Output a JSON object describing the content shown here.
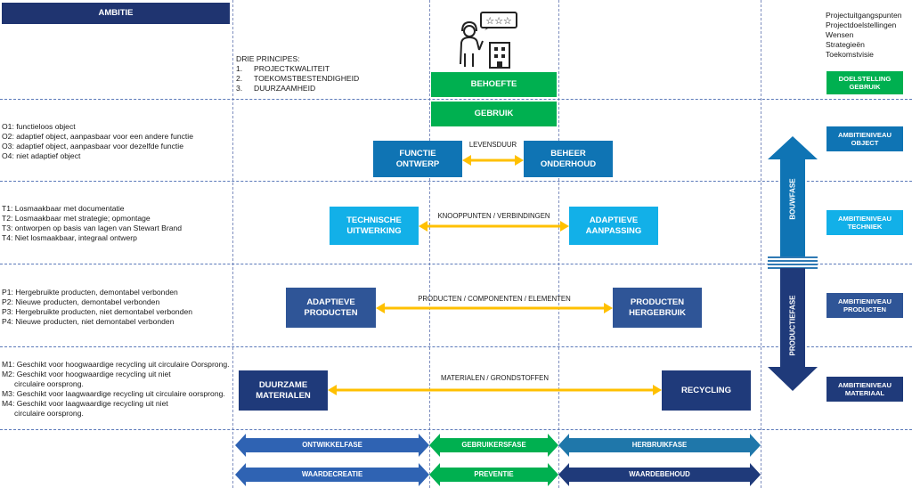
{
  "header": {
    "ambitie": "AMBITIE"
  },
  "right_top_list": [
    "Projectuitgangspunten",
    "Projectdoelstellingen",
    "Wensen",
    "Strategieën",
    "Toekomstvisie"
  ],
  "principles": {
    "title": "DRIE PRINCIPES:",
    "items": [
      {
        "num": "1.",
        "text": "PROJECTKWALITEIT"
      },
      {
        "num": "2.",
        "text": "TOEKOMSTBESTENDIGHEID"
      },
      {
        "num": "3.",
        "text": "DUURZAAMHEID"
      }
    ]
  },
  "center": {
    "behoefte": "BEHOEFTE",
    "gebruik": "GEBRUIK"
  },
  "levels": {
    "object": {
      "items": [
        "O1: functieloos object",
        "O2: adaptief object, aanpasbaar voor een andere functie",
        "O3: adaptief object, aanpasbaar voor dezelfde functie",
        "O4: niet adaptief object"
      ],
      "left_box": [
        "FUNCTIE",
        "ONTWERP"
      ],
      "right_box": [
        "BEHEER",
        "ONDERHOUD"
      ],
      "arrow_label": "LEVENSDUUR"
    },
    "techniek": {
      "items": [
        "T1: Losmaakbaar met documentatie",
        "T2: Losmaakbaar met strategie; opmontage",
        "T3: ontworpen op basis van lagen van  Stewart Brand",
        "T4: Niet losmaakbaar, integraal ontwerp"
      ],
      "left_box": [
        "TECHNISCHE",
        "UITWERKING"
      ],
      "right_box": [
        "ADAPTIEVE",
        "AANPASSING"
      ],
      "arrow_label": "KNOOPPUNTEN / VERBINDINGEN"
    },
    "producten": {
      "items": [
        "P1: Hergebruikte producten, demontabel verbonden",
        "P2: Nieuwe producten, demontabel verbonden",
        "P3: Hergebruikte producten, niet demontabel verbonden",
        "P4: Nieuwe producten, niet demontabel verbonden"
      ],
      "left_box": [
        "ADAPTIEVE",
        "PRODUCTEN"
      ],
      "right_box": [
        "PRODUCTEN",
        "HERGEBRUIK"
      ],
      "arrow_label": "PRODUCTEN / COMPONENTEN  / ELEMENTEN"
    },
    "materiaal": {
      "items": [
        "M1: Geschikt voor hoogwaardige recycling uit circulaire Oorsprong.",
        "M2: Geschikt voor hoogwaardige recycling uit niet",
        "      circulaire oorsprong.",
        "M3: Geschikt voor laagwaardige recycling uit circulaire oorsprong.",
        "M4: Geschikt voor laagwaardige recycling uit niet",
        "      circulaire oorsprong."
      ],
      "left_box": [
        "DUURZAME",
        "MATERIALEN"
      ],
      "right_box": [
        "RECYCLING"
      ],
      "arrow_label": "MATERIALEN / GRONDSTOFFEN"
    }
  },
  "right_column": {
    "doelstelling": [
      "DOELSTELLING",
      "GEBRUIK"
    ],
    "object": [
      "AMBITIENIVEAU",
      "OBJECT"
    ],
    "techniek": [
      "AMBITIENIVEAU",
      "TECHNIEK"
    ],
    "producten": [
      "AMBITIENIVEAU",
      "PRODUCTEN"
    ],
    "materiaal": [
      "AMBITIENIVEAU",
      "MATERIAAL"
    ]
  },
  "vertical_phases": {
    "bouwfase": "BOUWFASE",
    "productiefase": "PRODUCTIEFASE"
  },
  "bottom_phases": {
    "ontwikkelfase": "ONTWIKKELFASE",
    "gebruikersfase": "GEBRUIKERSFASE",
    "herbruikfase": "HERBRUIKFASE",
    "waardecreatie": "WAARDECREATIE",
    "preventie": "PREVENTIE",
    "waardebehoud": "WAARDEBEHOUD"
  },
  "colors": {
    "navy": "#1f3470",
    "green": "#00b050",
    "teal": "#0f74b4",
    "cyan": "#12b0e8",
    "steel": "#2f5597",
    "darknavy": "#1f3a7a",
    "gold": "#ffc000",
    "herbruik": "#1f77aa"
  }
}
